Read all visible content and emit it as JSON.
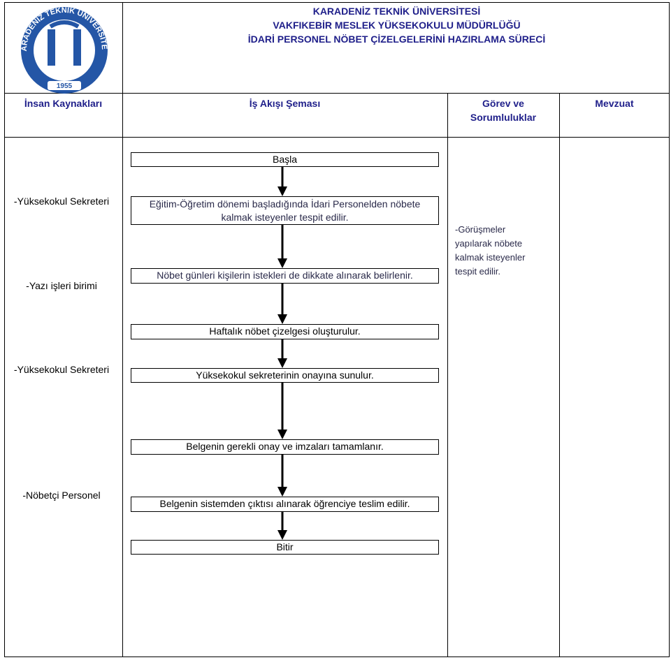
{
  "header": {
    "logo": {
      "arc_text": "KARADENİZ TEKNİK ÜNİVERSİTESİ",
      "year": "1955",
      "color": "#2456a6"
    },
    "title_line1": "KARADENİZ TEKNİK ÜNİVERSİTESİ",
    "title_line2": "VAKFIKEBİR MESLEK YÜKSEKOKULU MÜDÜRLÜĞÜ",
    "title_line3": "İDARİ PERSONEL NÖBET ÇİZELGELERİNİ HAZIRLAMA SÜRECİ"
  },
  "columns": {
    "hr": "İnsan Kaynakları",
    "flow": "İş Akışı Şeması",
    "duties_line1": "Görev ve",
    "duties_line2": "Sorumluluklar",
    "legislation": "Mevzuat"
  },
  "left_labels": {
    "l1": "-Yüksekokul Sekreteri",
    "l2": "-Yazı işleri birimi",
    "l3": "-Yüksekokul Sekreteri",
    "l4": "-Nöbetçi Personel"
  },
  "flow": {
    "start": "Başla",
    "step1_line1": "Eğitim-Öğretim dönemi başladığında İdari Personelden nöbete",
    "step1_line2": "kalmak isteyenler tespit edilir.",
    "step2": "Nöbet günleri kişilerin istekleri de dikkate alınarak belirlenir.",
    "step3": "Haftalık nöbet çizelgesi oluşturulur.",
    "step4": "Yüksekokul sekreterinin onayına sunulur.",
    "step5": "Belgenin gerekli onay ve imzaları tamamlanır.",
    "step6": "Belgenin sistemden çıktısı alınarak öğrenciye teslim edilir.",
    "end": "Bitir"
  },
  "duties": {
    "line1": "-Görüşmeler",
    "line2": "yapılarak nöbete",
    "line3": "kalmak isteyenler",
    "line4": "tespit edilir."
  }
}
